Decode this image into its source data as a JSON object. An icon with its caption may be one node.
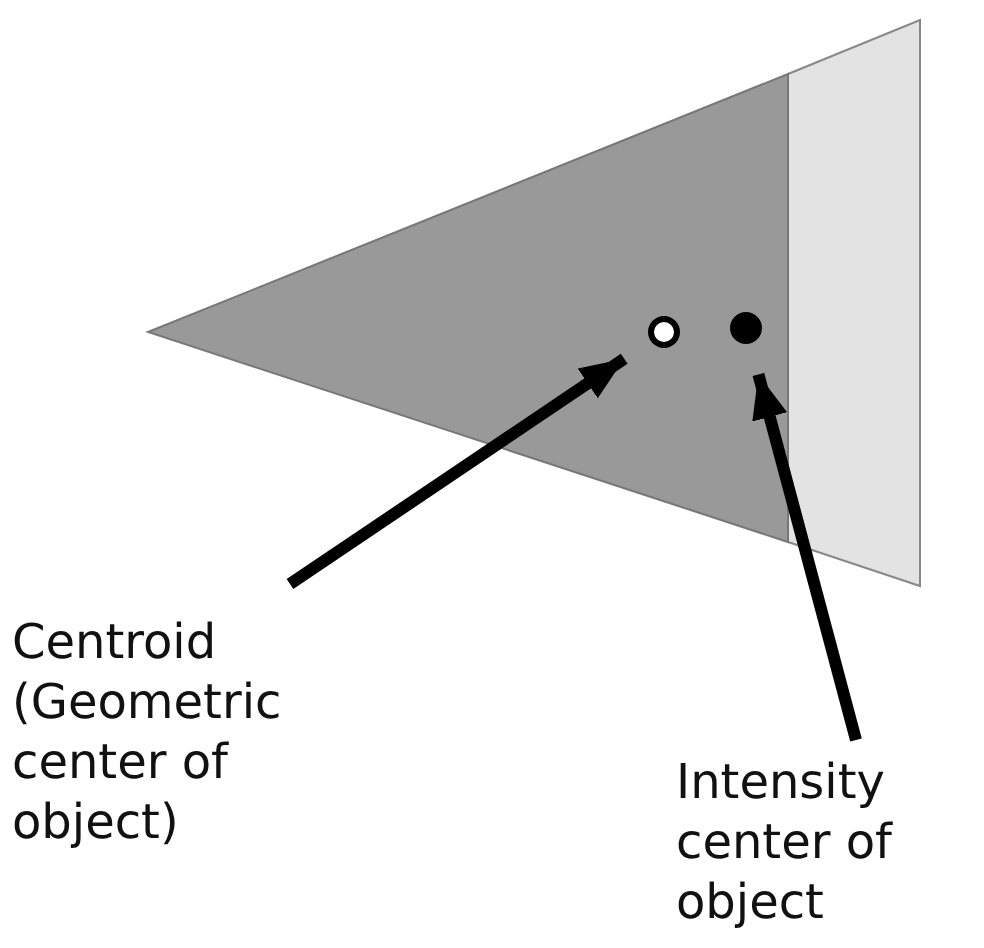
{
  "diagram": {
    "nodes": [
      {
        "text": [
          "Centroid (Geometric center of object)"
        ]
      },
      {
        "text": [
          "Intensity center of object"
        ]
      },
      {
        "text": [],
        "shape": "circle"
      },
      {
        "text": [],
        "shape": "circle"
      }
    ],
    "edges": [
      {
        "from": 0,
        "to": 2,
        "arrow": "to"
      },
      {
        "from": 1,
        "to": 3,
        "arrow": "to"
      }
    ]
  }
}
